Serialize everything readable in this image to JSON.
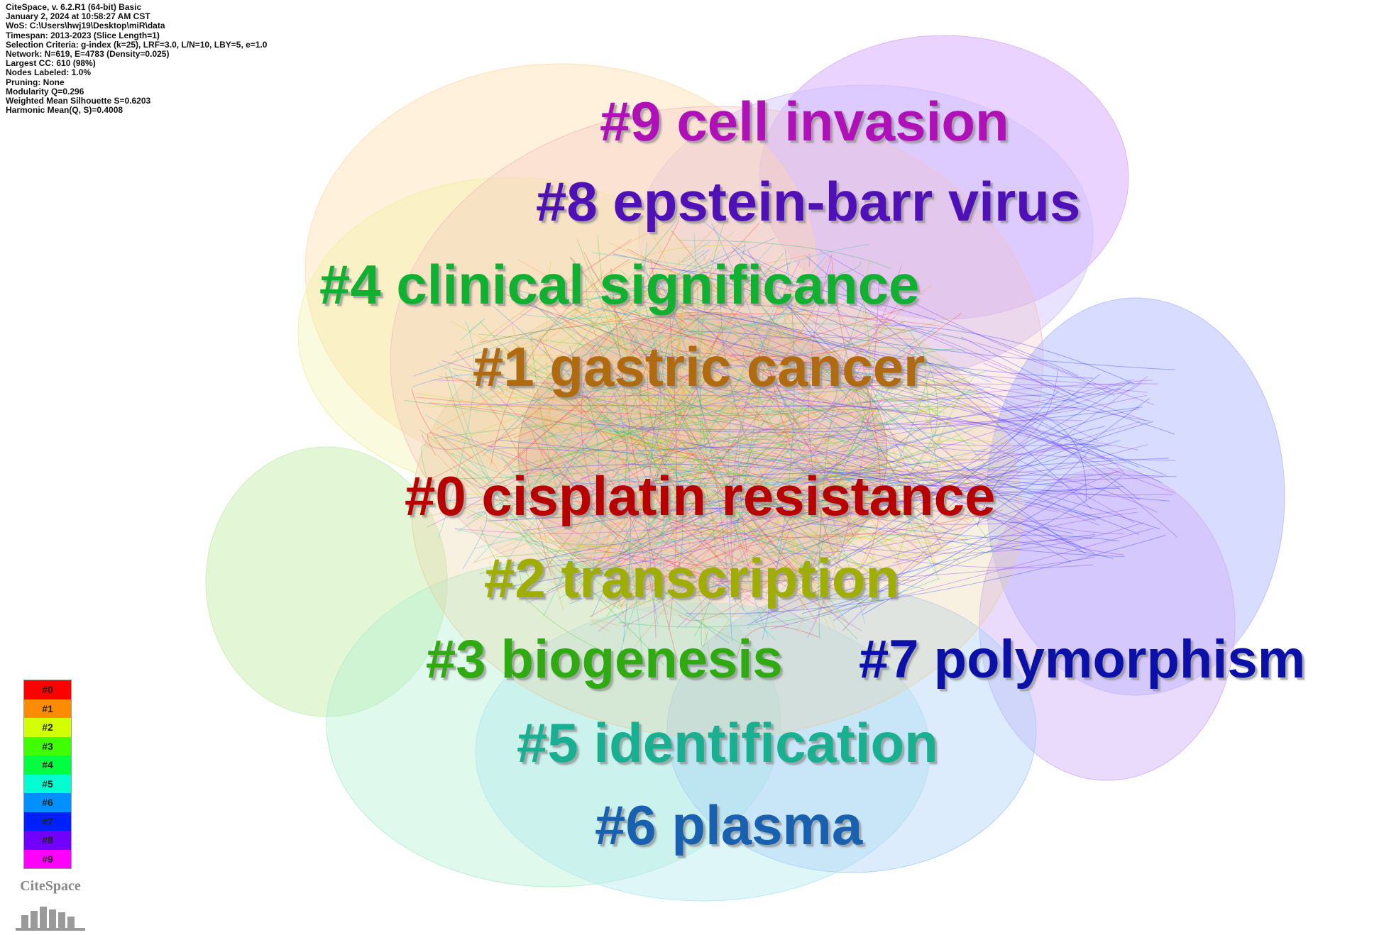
{
  "meta_lines": [
    "CiteSpace, v. 6.2.R1 (64-bit) Basic",
    "January 2, 2024 at 10:58:27 AM CST",
    "WoS: C:\\Users\\hwj19\\Desktop\\miR\\data",
    "Timespan: 2013-2023 (Slice Length=1)",
    "Selection Criteria: g-index (k=25), LRF=3.0, L/N=10, LBY=5, e=1.0",
    "Network: N=619, E=4783 (Density=0.025)",
    "Largest CC: 610 (98%)",
    "Nodes Labeled: 1.0%",
    "Pruning: None",
    "Modularity Q=0.296",
    "Weighted Mean Silhouette S=0.6203",
    "Harmonic Mean(Q, S)=0.4008"
  ],
  "clusters": [
    {
      "id": "#0",
      "name": "cisplatin resistance",
      "text": "#0 cisplatin resistance",
      "color": "#b80000"
    },
    {
      "id": "#1",
      "name": "gastric cancer",
      "text": "#1 gastric cancer",
      "color": "#b06a10"
    },
    {
      "id": "#2",
      "name": "transcription",
      "text": "#2 transcription",
      "color": "#9fae00"
    },
    {
      "id": "#3",
      "name": "biogenesis",
      "text": "#3 biogenesis",
      "color": "#2faa10"
    },
    {
      "id": "#4",
      "name": "clinical significance",
      "text": "#4 clinical significance",
      "color": "#10b030"
    },
    {
      "id": "#5",
      "name": "identification",
      "text": "#5 identification",
      "color": "#18b090"
    },
    {
      "id": "#6",
      "name": "plasma",
      "text": "#6 plasma",
      "color": "#1860b0"
    },
    {
      "id": "#7",
      "name": "polymorphism",
      "text": "#7 polymorphism",
      "color": "#0a10a8"
    },
    {
      "id": "#8",
      "name": "epstein-barr virus",
      "text": "#8 epstein-barr virus",
      "color": "#5010b8"
    },
    {
      "id": "#9",
      "name": "cell invasion",
      "text": "#9 cell invasion",
      "color": "#b010b8"
    }
  ],
  "legend": [
    {
      "label": "#0",
      "color": "#ff0000"
    },
    {
      "label": "#1",
      "color": "#ff8c00"
    },
    {
      "label": "#2",
      "color": "#d4ff00"
    },
    {
      "label": "#3",
      "color": "#40ff00"
    },
    {
      "label": "#4",
      "color": "#00ff40"
    },
    {
      "label": "#5",
      "color": "#00ffd0"
    },
    {
      "label": "#6",
      "color": "#0090ff"
    },
    {
      "label": "#7",
      "color": "#0020ff"
    },
    {
      "label": "#8",
      "color": "#7000ff"
    },
    {
      "label": "#9",
      "color": "#ff00ff"
    }
  ],
  "logo_text": "CiteSpace"
}
